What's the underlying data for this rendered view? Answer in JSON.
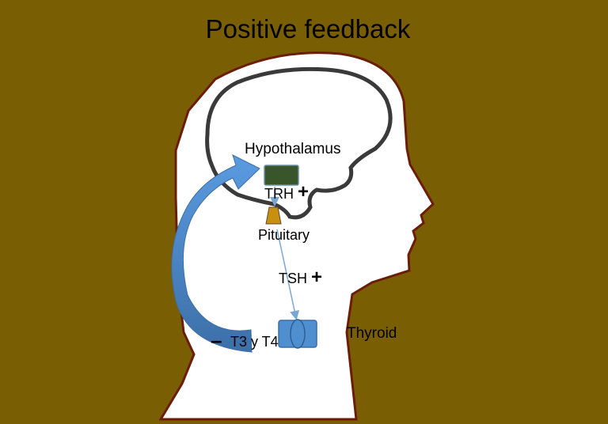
{
  "title": "Positive feedback",
  "labels": {
    "hypothalamus": "Hypothalamus",
    "trh": "TRH",
    "pituitary": "Pituitary",
    "tsh": "TSH",
    "t3_t4": "T3 y T4",
    "thyroid": "Thyroid"
  },
  "signs": {
    "trh": "+",
    "tsh": "+",
    "t3_t4": "–"
  },
  "colors": {
    "background": "#7a5e04",
    "head_outline": "#6b1d08",
    "hypothalamus": "#38562a",
    "pituitary": "#c8900e",
    "thyroid": "#4f8fd0",
    "feedback_arrow": "#4b8cc9"
  }
}
